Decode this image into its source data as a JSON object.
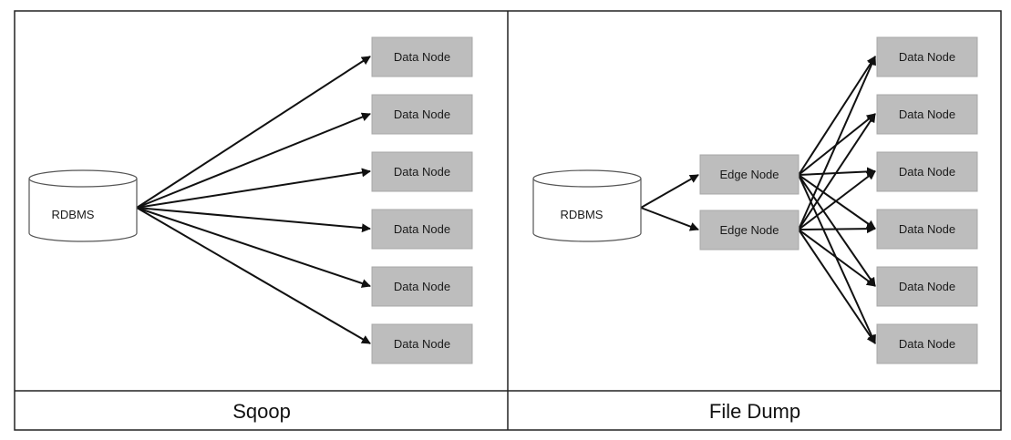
{
  "colors": {
    "node_fill": "#bdbdbd",
    "node_stroke": "#a8a8a8",
    "db_fill": "#ffffff",
    "db_stroke": "#555555",
    "arrow": "#111111",
    "frame": "#222222"
  },
  "panels": [
    {
      "title": "Sqoop",
      "source": {
        "label": "RDBMS"
      },
      "edge_nodes": [],
      "data_nodes": [
        "Data Node",
        "Data Node",
        "Data Node",
        "Data Node",
        "Data Node",
        "Data Node"
      ],
      "connections": "source-to-each-data-node"
    },
    {
      "title": "File Dump",
      "source": {
        "label": "RDBMS"
      },
      "edge_nodes": [
        "Edge Node",
        "Edge Node"
      ],
      "data_nodes": [
        "Data Node",
        "Data Node",
        "Data Node",
        "Data Node",
        "Data Node",
        "Data Node"
      ],
      "connections": "source-to-edge-nodes, each-edge-node-to-each-data-node"
    }
  ]
}
